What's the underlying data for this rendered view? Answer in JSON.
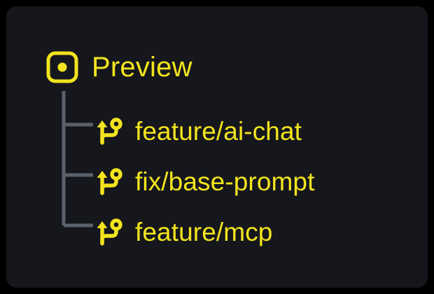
{
  "theme": {
    "page_background": "#000000",
    "card_background": "#16171c",
    "accent": "#f2e41e",
    "connector_line": "#5b616b"
  },
  "tree": {
    "root": {
      "icon": "preview-square-dot-icon",
      "label": "Preview"
    },
    "branches": [
      {
        "icon": "git-branch-icon",
        "label": "feature/ai-chat"
      },
      {
        "icon": "git-branch-icon",
        "label": "fix/base-prompt"
      },
      {
        "icon": "git-branch-icon",
        "label": "feature/mcp"
      }
    ]
  }
}
